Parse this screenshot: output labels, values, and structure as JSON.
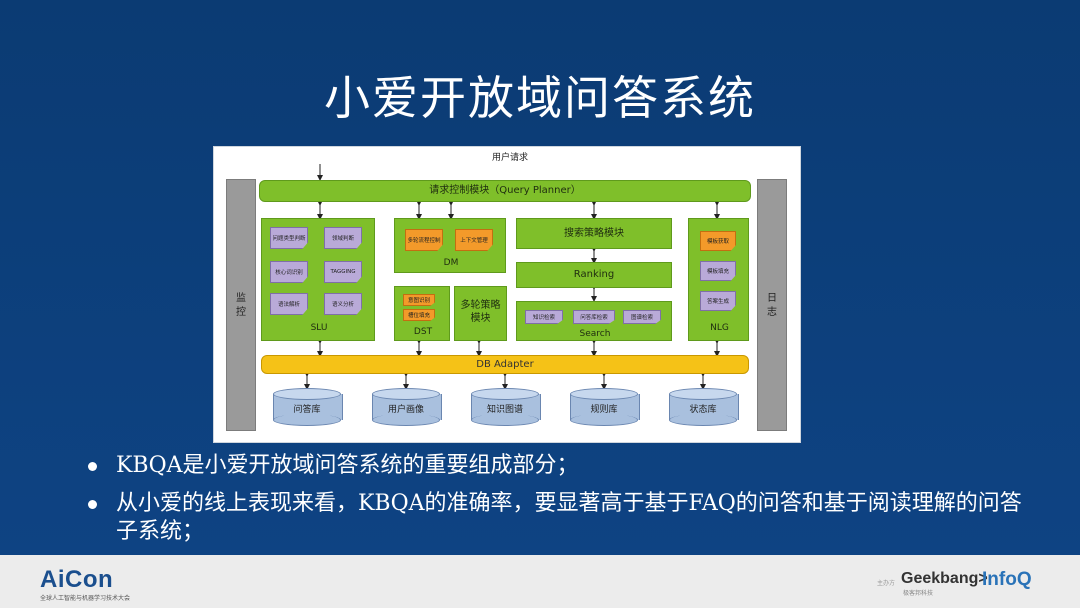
{
  "slide": {
    "title": "小爱开放域问答系统"
  },
  "diagram": {
    "user_request": "用户请求",
    "query_planner": "请求控制模块（Query Planner）",
    "monitor": "监\n控",
    "log": "日\n志",
    "slu": {
      "label": "SLU",
      "items": [
        "问题类型判断",
        "领域判断",
        "核心词识别",
        "TAGGING",
        "语法解析",
        "语义分析"
      ]
    },
    "dm": {
      "label": "DM",
      "items": [
        "多轮流程控制",
        "上下文管理"
      ]
    },
    "dst": {
      "label": "DST",
      "items": [
        "意图识别",
        "槽位填充"
      ]
    },
    "multi_turn": "多轮策略\n模块",
    "search_strategy": "搜索策略模块",
    "ranking": "Ranking",
    "search": {
      "label": "Search",
      "items": [
        "知识检索",
        "问答库检索",
        "图谱检索"
      ]
    },
    "nlg": {
      "label": "NLG",
      "items": [
        "模板获取",
        "模板填充",
        "答案生成"
      ]
    },
    "db_adapter": "DB Adapter",
    "databases": [
      "问答库",
      "用户画像",
      "知识图谱",
      "规则库",
      "状态库"
    ]
  },
  "bullets": [
    "KBQA是小爱开放域问答系统的重要组成部分；",
    "从小爱的线上表现来看，KBQA的准确率，要显著高于基于FAQ的问答和基于阅读理解的问答子系统；"
  ],
  "footer": {
    "logo": "AiCon",
    "logo_sub": "全球人工智能与机器学习技术大会",
    "hosted_by": "主办方",
    "geekbang": "Geekbang>.",
    "geekbang_sub": "极客邦科技",
    "infoq": "InfoQ"
  },
  "colors": {
    "background": "#0d3f78",
    "module_green": "#7fbf2a",
    "db_adapter_yellow": "#f5c217",
    "side_gray": "#9a9a9a",
    "doc_purple": "#b9aad8",
    "doc_orange": "#f39a2a",
    "cylinder_blue": "#a9c0de"
  }
}
